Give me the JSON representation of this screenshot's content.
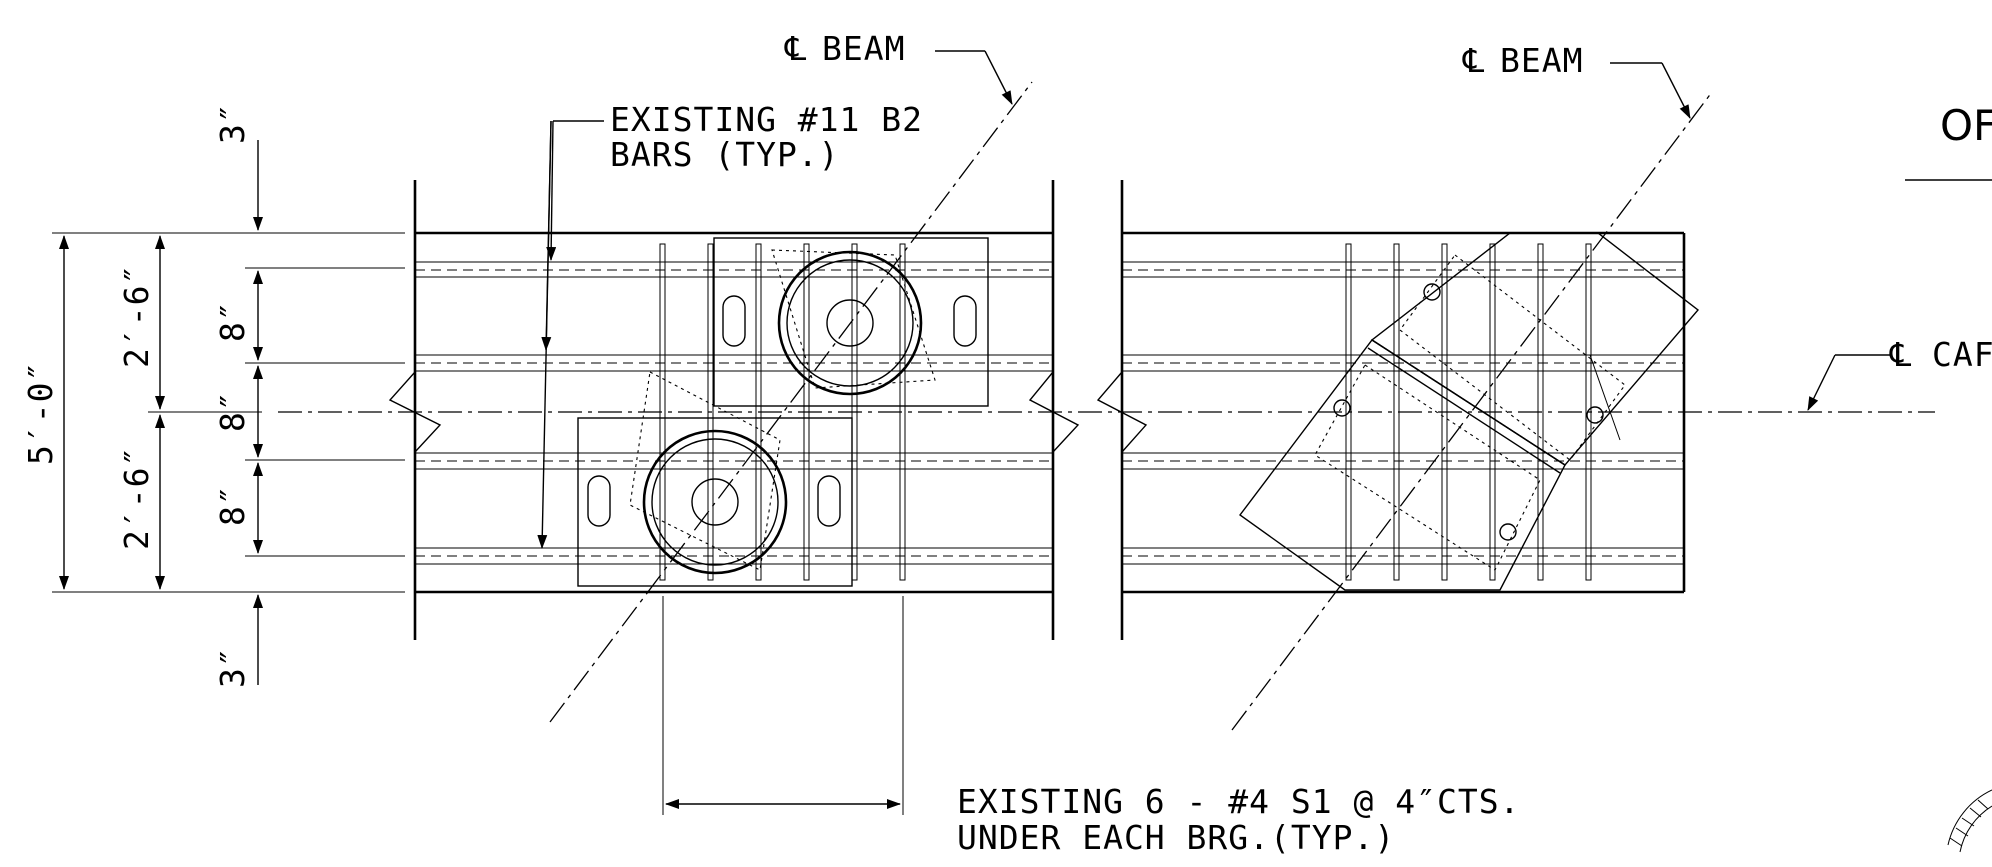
{
  "labels": {
    "beam_left": "BEAM",
    "beam_right": "BEAM",
    "cl_symbol": "℄",
    "existing_b2_line1": "EXISTING #11 B2",
    "existing_b2_line2": "BARS (TYP.)",
    "existing_s1_line1": "EXISTING 6 - #4 S1 @ 4″CTS.",
    "existing_s1_line2": "UNDER EACH BRG.(TYP.)",
    "cap_label": "CAF",
    "corner_label": "OF"
  },
  "dimensions": {
    "overall": "5′-0″",
    "half_upper": "2′-6″",
    "half_lower": "2′-6″",
    "top_cover": "3″",
    "bottom_cover": "3″",
    "spacing_top": "8″",
    "spacing_mid": "8″",
    "spacing_bottom": "8″"
  },
  "colors": {
    "ink": "#000000",
    "paper": "#ffffff"
  }
}
